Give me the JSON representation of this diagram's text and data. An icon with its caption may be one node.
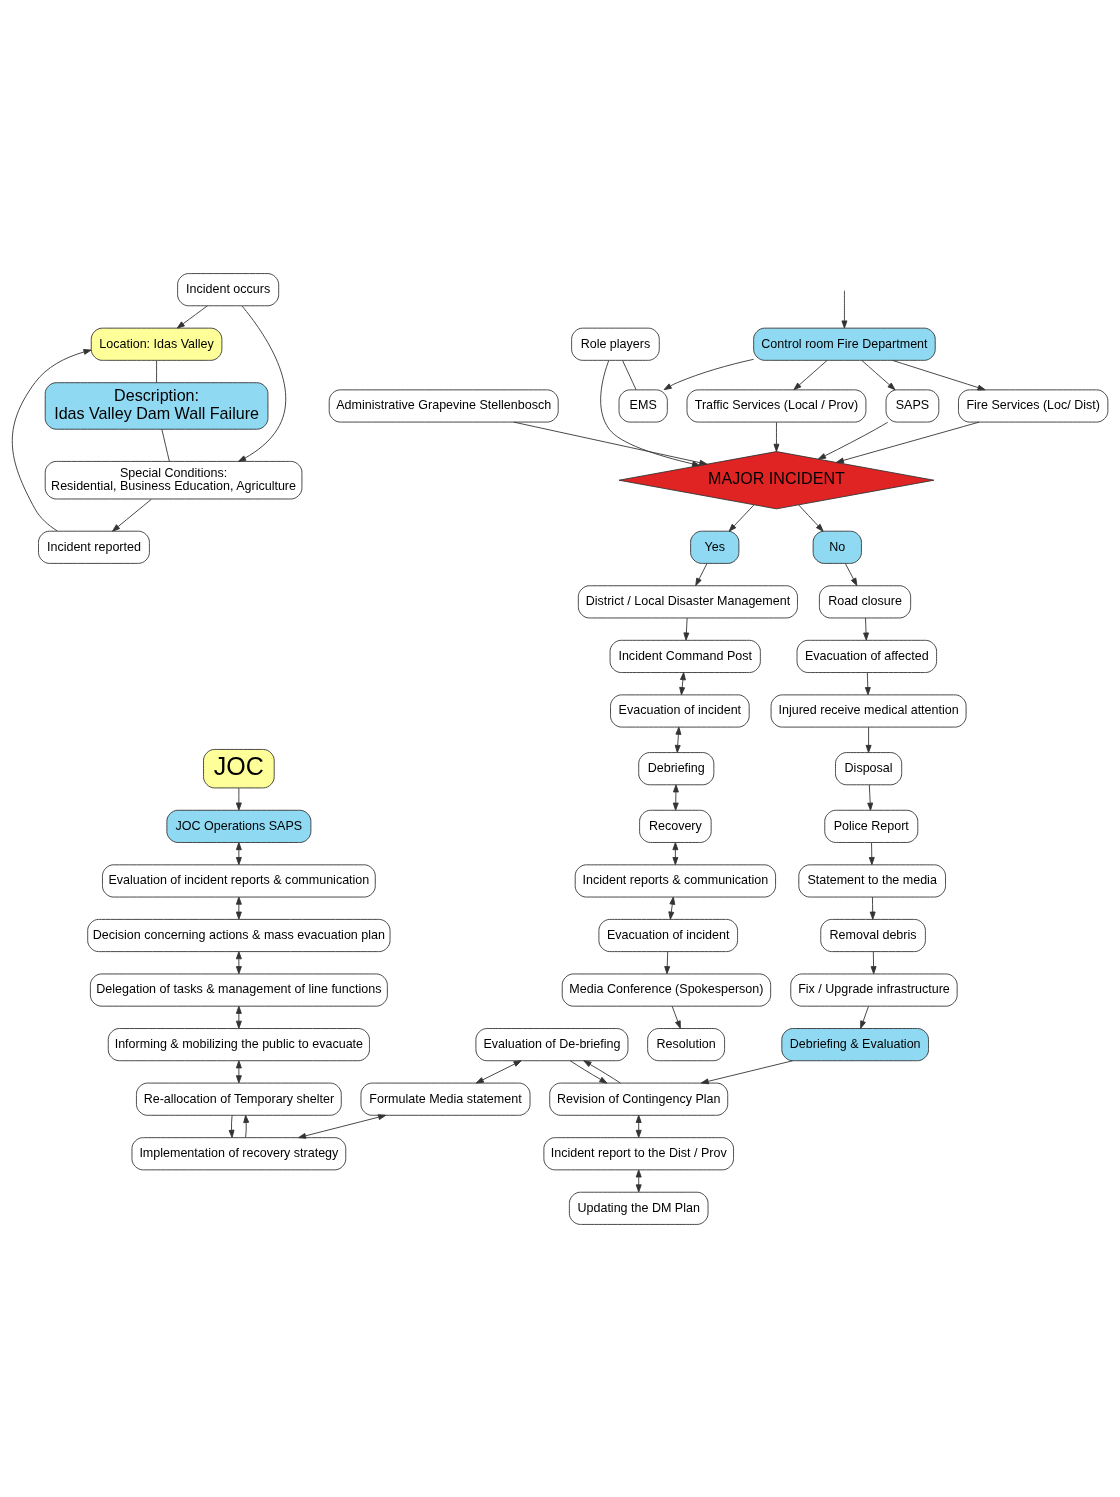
{
  "diagram": {
    "nodes": [
      {
        "text": [
          "Location: Idas Valley"
        ]
      },
      {
        "text": [
          "Incident occurs"
        ]
      },
      {
        "text": [
          "Description:",
          "Idas Valley Dam Wall Failure"
        ]
      },
      {
        "text": [
          "Incident reported"
        ]
      },
      {
        "text": [
          "Special Conditions:",
          "Residential, Business Education, Agriculture"
        ]
      },
      {
        "text": [
          "Control room Fire Department"
        ]
      },
      {
        "text": [
          "Administrative Grapevine Stellenbosch"
        ]
      },
      {
        "text": [
          "Traffic Services (Local / Prov)"
        ]
      },
      {
        "text": [
          "SAPS"
        ]
      },
      {
        "text": [
          "Fire Services (Loc/ Dist)"
        ]
      },
      {
        "text": [
          "Role players"
        ]
      },
      {
        "text": [
          "EMS"
        ]
      },
      {
        "text": [
          "MAJOR INCIDENT"
        ]
      },
      {
        "text": [
          "Yes"
        ]
      },
      {
        "text": [
          "No"
        ]
      },
      {
        "text": [
          "District / Local Disaster Management"
        ]
      },
      {
        "text": [
          "Incident Command Post"
        ]
      },
      {
        "text": [
          "Evacuation of incident"
        ]
      },
      {
        "text": [
          "Debriefing"
        ]
      },
      {
        "text": [
          "Recovery"
        ]
      },
      {
        "text": [
          "Incident reports & communication"
        ]
      },
      {
        "text": [
          "Evacuation of incident"
        ]
      },
      {
        "text": [
          "Media Conference (Spokesperson)"
        ]
      },
      {
        "text": [
          "Resolution"
        ]
      },
      {
        "text": [
          "JOC"
        ]
      },
      {
        "text": [
          "JOC Operations SAPS"
        ]
      },
      {
        "text": [
          "Evaluation of incident reports & communication"
        ]
      },
      {
        "text": [
          "Decision concerning actions & mass evacuation plan"
        ]
      },
      {
        "text": [
          "Delegation of tasks & management of line functions"
        ]
      },
      {
        "text": [
          "Informing & mobilizing the public to evacuate"
        ]
      },
      {
        "text": [
          "Re-allocation of Temporary shelter"
        ]
      },
      {
        "text": [
          "Road closure"
        ]
      },
      {
        "text": [
          "Evacuation of affected"
        ]
      },
      {
        "text": [
          "Injured receive medical attention"
        ]
      },
      {
        "text": [
          "Disposal"
        ]
      },
      {
        "text": [
          "Police Report"
        ]
      },
      {
        "text": [
          "Statement to the media"
        ]
      },
      {
        "text": [
          "Removal debris"
        ]
      },
      {
        "text": [
          "Fix / Upgrade infrastructure"
        ]
      },
      {
        "text": [
          "Debriefing & Evaluation"
        ]
      },
      {
        "text": [
          "Evaluation of De-briefing"
        ]
      },
      {
        "text": [
          "Revision of Contingency Plan"
        ]
      },
      {
        "text": [
          "Formulate Media statement"
        ]
      },
      {
        "text": [
          "Incident report to the Dist / Prov"
        ]
      },
      {
        "text": [
          "Implementation of recovery strategy"
        ]
      },
      {
        "text": [
          "Updating the DM Plan"
        ]
      }
    ],
    "edges": [
      {
        "from": 1,
        "to": 0,
        "arrow": "to"
      },
      {
        "from": 3,
        "to": 0,
        "arrow": "to"
      },
      {
        "from": 0,
        "to": 2,
        "arrow": "none"
      },
      {
        "from": 2,
        "to": 4,
        "arrow": "none"
      },
      {
        "from": 1,
        "to": 4,
        "arrow": "to"
      },
      {
        "from": 4,
        "to": 3,
        "arrow": "to"
      },
      {
        "from": null,
        "to": 5,
        "arrow": "to"
      },
      {
        "from": 5,
        "to": 7,
        "arrow": "to"
      },
      {
        "from": 5,
        "to": 8,
        "arrow": "to"
      },
      {
        "from": 5,
        "to": 9,
        "arrow": "to"
      },
      {
        "from": 5,
        "to": 11,
        "arrow": "to"
      },
      {
        "from": 6,
        "to": 12,
        "arrow": "to"
      },
      {
        "from": 7,
        "to": 12,
        "arrow": "to"
      },
      {
        "from": 8,
        "to": 12,
        "arrow": "to"
      },
      {
        "from": 9,
        "to": 12,
        "arrow": "to"
      },
      {
        "from": 10,
        "to": 12,
        "arrow": "to"
      },
      {
        "from": 10,
        "to": 11,
        "arrow": "none"
      },
      {
        "from": 12,
        "to": 13,
        "arrow": "to"
      },
      {
        "from": 12,
        "to": 14,
        "arrow": "to"
      },
      {
        "from": 13,
        "to": 15,
        "arrow": "to"
      },
      {
        "from": 14,
        "to": 31,
        "arrow": "to"
      },
      {
        "from": 15,
        "to": 16,
        "arrow": "to"
      },
      {
        "from": 16,
        "to": 17,
        "arrow": "both"
      },
      {
        "from": 17,
        "to": 18,
        "arrow": "both"
      },
      {
        "from": 18,
        "to": 19,
        "arrow": "both"
      },
      {
        "from": 19,
        "to": 20,
        "arrow": "both"
      },
      {
        "from": 20,
        "to": 21,
        "arrow": "both"
      },
      {
        "from": 21,
        "to": 22,
        "arrow": "to"
      },
      {
        "from": 22,
        "to": 23,
        "arrow": "to"
      },
      {
        "from": 24,
        "to": 25,
        "arrow": "to"
      },
      {
        "from": 25,
        "to": 26,
        "arrow": "both"
      },
      {
        "from": 26,
        "to": 27,
        "arrow": "both"
      },
      {
        "from": 27,
        "to": 28,
        "arrow": "both"
      },
      {
        "from": 28,
        "to": 29,
        "arrow": "both"
      },
      {
        "from": 29,
        "to": 30,
        "arrow": "both"
      },
      {
        "from": 31,
        "to": 32,
        "arrow": "to"
      },
      {
        "from": 32,
        "to": 33,
        "arrow": "to"
      },
      {
        "from": 33,
        "to": 34,
        "arrow": "to"
      },
      {
        "from": 34,
        "to": 35,
        "arrow": "to"
      },
      {
        "from": 35,
        "to": 36,
        "arrow": "to"
      },
      {
        "from": 36,
        "to": 37,
        "arrow": "to"
      },
      {
        "from": 37,
        "to": 38,
        "arrow": "to"
      },
      {
        "from": 38,
        "to": 39,
        "arrow": "to"
      },
      {
        "from": 39,
        "to": 41,
        "arrow": "to"
      },
      {
        "from": 40,
        "to": 41,
        "arrow": "to"
      },
      {
        "from": 41,
        "to": 40,
        "arrow": "to"
      },
      {
        "from": 40,
        "to": 42,
        "arrow": "both"
      },
      {
        "from": 42,
        "to": 44,
        "arrow": "both"
      },
      {
        "from": 41,
        "to": 43,
        "arrow": "both"
      },
      {
        "from": 43,
        "to": 45,
        "arrow": "both"
      },
      {
        "from": 44,
        "to": 30,
        "arrow": "to"
      },
      {
        "from": 30,
        "to": 44,
        "arrow": "to"
      }
    ]
  }
}
